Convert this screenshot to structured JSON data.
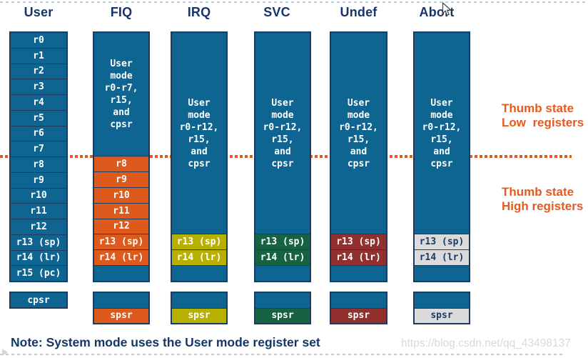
{
  "columns": [
    {
      "id": "user",
      "title": "User",
      "registers": [
        "r0",
        "r1",
        "r2",
        "r3",
        "r4",
        "r5",
        "r6",
        "r7",
        "r8",
        "r9",
        "r10",
        "r11",
        "r12",
        "r13 (sp)",
        "r14 (lr)",
        "r15 (pc)"
      ],
      "status_label": "cpsr"
    },
    {
      "id": "fiq",
      "title": "FIQ",
      "shared_text": "User\nmode\nr0-r7,\nr15,\nand\ncpsr",
      "banked": [
        "r8",
        "r9",
        "r10",
        "r11",
        "r12",
        "r13 (sp)",
        "r14 (lr)"
      ],
      "status_label": "spsr",
      "bank_bg": "#dd5a1c",
      "bank_fg": "#ffffff"
    },
    {
      "id": "irq",
      "title": "IRQ",
      "shared_text": "User\nmode\nr0-r12,\nr15,\nand\ncpsr",
      "banked": [
        "r13 (sp)",
        "r14 (lr)"
      ],
      "status_label": "spsr",
      "bank_bg": "#b7b000",
      "bank_fg": "#ffffff"
    },
    {
      "id": "svc",
      "title": "SVC",
      "shared_text": "User\nmode\nr0-r12,\nr15,\nand\ncpsr",
      "banked": [
        "r13 (sp)",
        "r14 (lr)"
      ],
      "status_label": "spsr",
      "bank_bg": "#166242",
      "bank_fg": "#ffffff"
    },
    {
      "id": "undef",
      "title": "Undef",
      "shared_text": "User\nmode\nr0-r12,\nr15,\nand\ncpsr",
      "banked": [
        "r13 (sp)",
        "r14 (lr)"
      ],
      "status_label": "spsr",
      "bank_bg": "#923030",
      "bank_fg": "#ffffff"
    },
    {
      "id": "abort",
      "title": "Abort",
      "shared_text": "User\nmode\nr0-r12,\nr15,\nand\ncpsr",
      "banked": [
        "r13 (sp)",
        "r14 (lr)"
      ],
      "status_label": "spsr",
      "bank_bg": "#dbdbdb",
      "bank_fg": "#1c3a66"
    }
  ],
  "annotations": {
    "thumb_low": "Thumb state\nLow  registers",
    "thumb_high": "Thumb state\nHigh registers"
  },
  "note": "Note: System mode uses the User mode register set",
  "watermark": "https://blog.csdn.net/qq_43498137",
  "colors": {
    "box_blue": "#0f6591",
    "border_navy": "#1e3a5f",
    "fiq_orange": "#dd5a1c",
    "irq_yellow": "#b7b000",
    "svc_green": "#166242",
    "undef_maroon": "#923030",
    "abort_gray": "#dbdbdb",
    "title_navy": "#17356a",
    "thumb_orange": "#e55a1f",
    "note_navy": "#153764",
    "separator_orange": "#e4571e",
    "watermark_gray": "#d9d9d9"
  }
}
